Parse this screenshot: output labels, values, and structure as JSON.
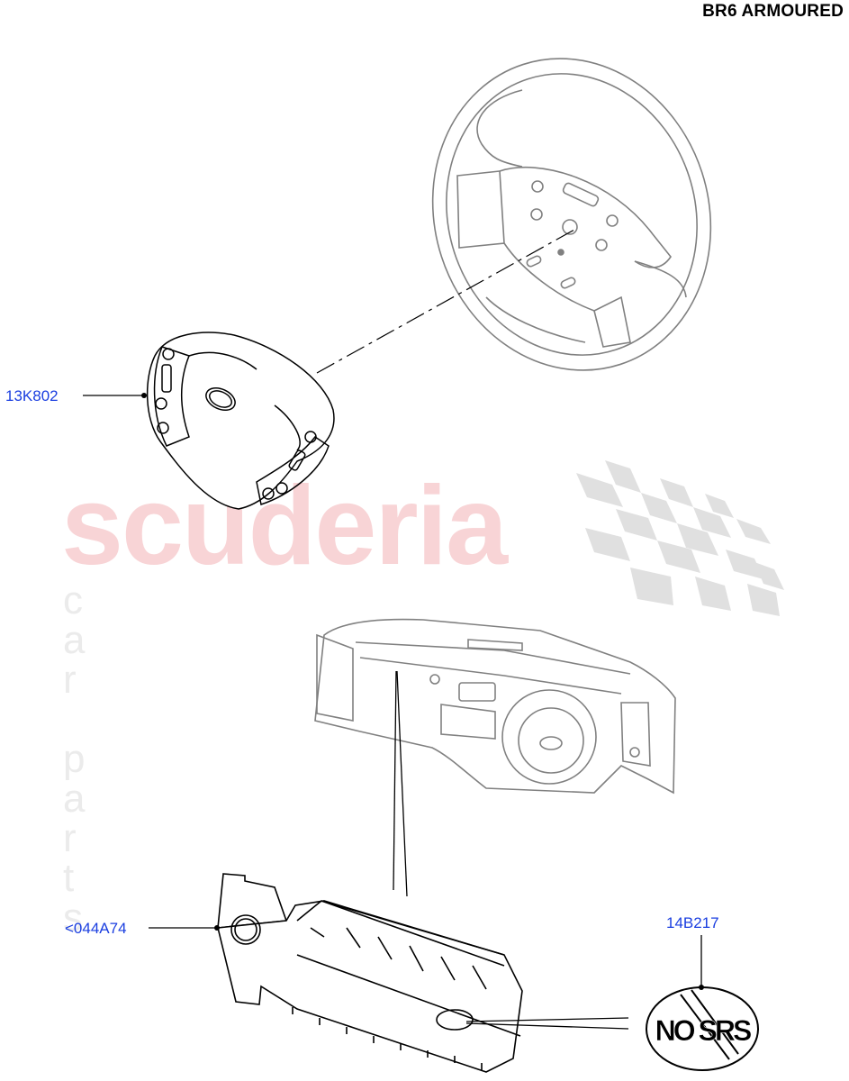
{
  "header": {
    "title": "BR6 ARMOURED"
  },
  "watermark": {
    "brand": "scuderia",
    "tagline_letters": [
      "c",
      "a",
      "r",
      "",
      "p",
      "a",
      "r",
      "t",
      "s"
    ],
    "brand_color": "#f8d4d6",
    "tagline_color": "#ebebeb",
    "flag_color": "#e0e0e0"
  },
  "callouts": [
    {
      "id": "driver-airbag",
      "part_number": "13K802",
      "description": "Driver airbag module"
    },
    {
      "id": "knee-bolster-airbag",
      "part_number": "<044A74",
      "description": "Knee bolster / passenger airbag module"
    },
    {
      "id": "no-srs-label",
      "part_number": "14B217",
      "description": "NO SRS label"
    }
  ],
  "label_text": {
    "no_srs": "NO SRS"
  },
  "colors": {
    "callout": "#1a3ee0",
    "line_art": "#000000",
    "context_art": "#808080"
  }
}
